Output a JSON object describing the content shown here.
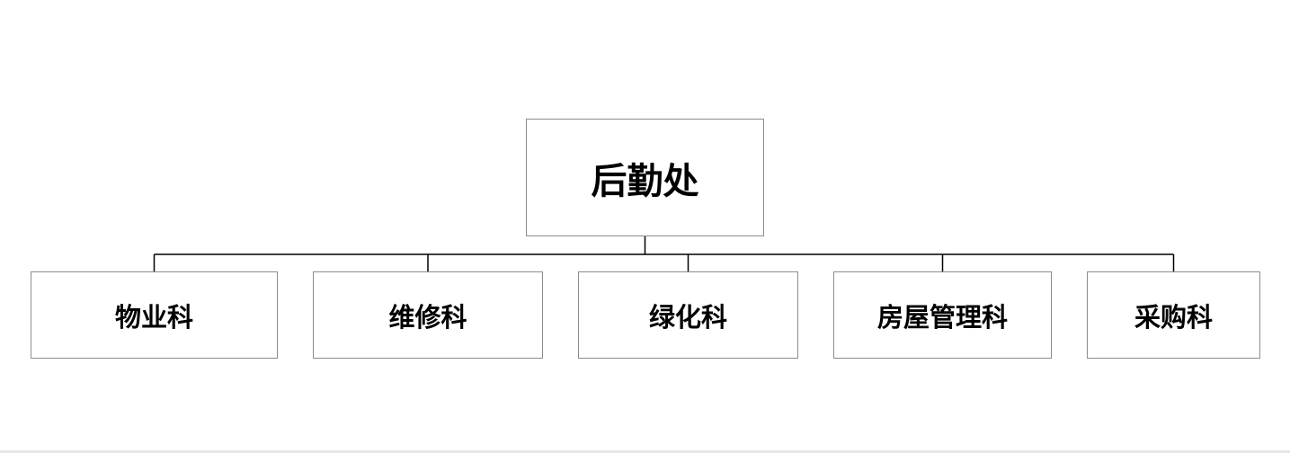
{
  "org_chart": {
    "root": {
      "label": "后勤处"
    },
    "children": [
      {
        "label": "物业科"
      },
      {
        "label": "维修科"
      },
      {
        "label": "绿化科"
      },
      {
        "label": "房屋管理科"
      },
      {
        "label": "采购科"
      }
    ]
  },
  "colors": {
    "box_border": "#8c8c8c",
    "connector": "#000000",
    "text": "#000000",
    "background": "#ffffff"
  }
}
